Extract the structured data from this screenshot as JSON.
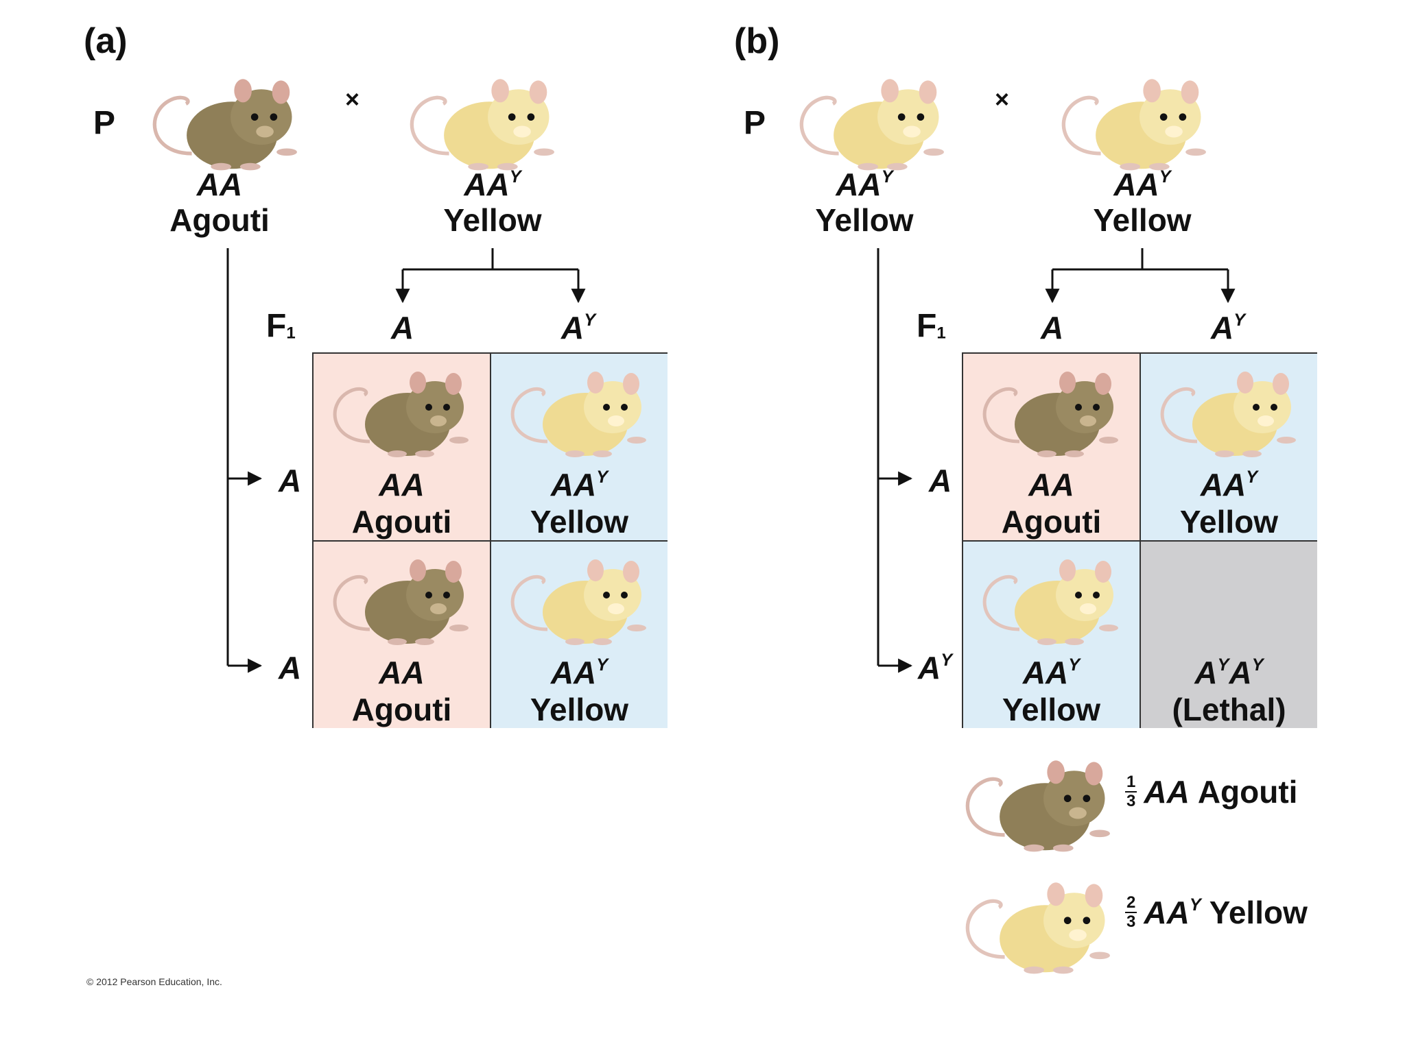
{
  "colors": {
    "agouti_cell": "#fbe3dc",
    "yellow_cell": "#dcedf7",
    "lethal_cell": "#cfcfd1",
    "agouti_fur": "#8f7f58",
    "yellow_fur": "#f1df9a",
    "line": "#111111"
  },
  "panel_a": {
    "label": "(a)",
    "p_label": "P",
    "cross_symbol": "×",
    "parent1": {
      "genotype_base": "AA",
      "genotype_sup": "",
      "phenotype": "Agouti",
      "icon": "agouti-mouse-icon"
    },
    "parent2": {
      "genotype_base": "AA",
      "genotype_sup": "Y",
      "phenotype": "Yellow",
      "icon": "yellow-mouse-icon"
    },
    "f1_label": "F",
    "f1_sub": "1",
    "gametes_top": [
      {
        "base": "A",
        "sup": ""
      },
      {
        "base": "A",
        "sup": "Y"
      }
    ],
    "gametes_side": [
      {
        "base": "A",
        "sup": ""
      },
      {
        "base": "A",
        "sup": ""
      }
    ],
    "cells": [
      {
        "genotype_base": "AA",
        "genotype_sup": "",
        "genotype_tail": "",
        "phenotype": "Agouti",
        "type": "agouti"
      },
      {
        "genotype_base": "AA",
        "genotype_sup": "Y",
        "genotype_tail": "",
        "phenotype": "Yellow",
        "type": "yellow"
      },
      {
        "genotype_base": "AA",
        "genotype_sup": "",
        "genotype_tail": "",
        "phenotype": "Agouti",
        "type": "agouti"
      },
      {
        "genotype_base": "AA",
        "genotype_sup": "Y",
        "genotype_tail": "",
        "phenotype": "Yellow",
        "type": "yellow"
      }
    ]
  },
  "panel_b": {
    "label": "(b)",
    "p_label": "P",
    "cross_symbol": "×",
    "parent1": {
      "genotype_base": "AA",
      "genotype_sup": "Y",
      "phenotype": "Yellow",
      "icon": "yellow-mouse-icon"
    },
    "parent2": {
      "genotype_base": "AA",
      "genotype_sup": "Y",
      "phenotype": "Yellow",
      "icon": "yellow-mouse-icon"
    },
    "f1_label": "F",
    "f1_sub": "1",
    "gametes_top": [
      {
        "base": "A",
        "sup": ""
      },
      {
        "base": "A",
        "sup": "Y"
      }
    ],
    "gametes_side": [
      {
        "base": "A",
        "sup": ""
      },
      {
        "base": "A",
        "sup": "Y"
      }
    ],
    "cells": [
      {
        "genotype_base": "AA",
        "genotype_sup": "",
        "genotype_tail": "",
        "phenotype": "Agouti",
        "type": "agouti"
      },
      {
        "genotype_base": "AA",
        "genotype_sup": "Y",
        "genotype_tail": "",
        "phenotype": "Yellow",
        "type": "yellow"
      },
      {
        "genotype_base": "AA",
        "genotype_sup": "Y",
        "genotype_tail": "",
        "phenotype": "Yellow",
        "type": "yellow"
      },
      {
        "genotype_base": "A",
        "genotype_sup": "Y",
        "genotype_tail": "A",
        "genotype_tail_sup": "Y",
        "phenotype": "(Lethal)",
        "type": "lethal"
      }
    ],
    "results": [
      {
        "frac_num": "1",
        "frac_den": "3",
        "genotype_base": "AA",
        "genotype_sup": "",
        "phenotype": "Agouti",
        "type": "agouti"
      },
      {
        "frac_num": "2",
        "frac_den": "3",
        "genotype_base": "AA",
        "genotype_sup": "Y",
        "phenotype": "Yellow",
        "type": "yellow"
      }
    ]
  },
  "credit": "© 2012 Pearson Education, Inc."
}
